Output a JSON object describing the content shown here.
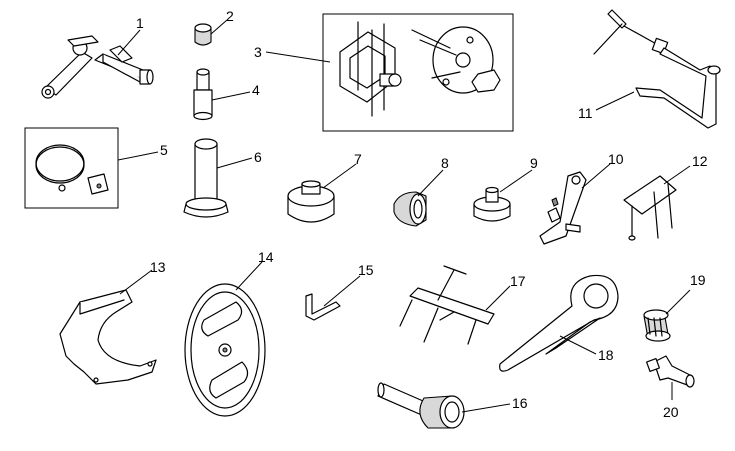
{
  "callouts": [
    "1",
    "2",
    "3",
    "4",
    "5",
    "6",
    "7",
    "8",
    "9",
    "10",
    "11",
    "12",
    "13",
    "14",
    "15",
    "16",
    "17",
    "18",
    "19",
    "20"
  ],
  "colors": {
    "line": "#000000",
    "fill": "#ffffff",
    "shade": "#d8d8d8"
  }
}
